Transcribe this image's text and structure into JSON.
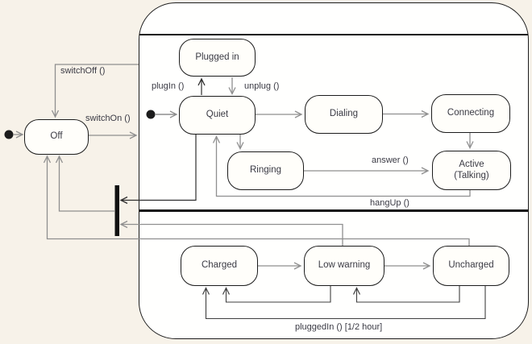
{
  "diagram_type": "uml-state-machine",
  "states": {
    "off": "Off",
    "plugged_in": "Plugged in",
    "quiet": "Quiet",
    "dialing": "Dialing",
    "connecting": "Connecting",
    "ringing": "Ringing",
    "active": {
      "line1": "Active",
      "line2": "(Talking)"
    },
    "charged": "Charged",
    "low_warning": "Low warning",
    "uncharged": "Uncharged"
  },
  "transition_labels": {
    "switch_off": "switchOff ()",
    "switch_on": "switchOn ()",
    "plug_in": "plugIn ()",
    "unplug": "unplug ()",
    "answer": "answer ()",
    "hang_up": "hangUp ()",
    "plugged_in_guard": "pluggedIn () [1/2 hour]"
  },
  "colors": {
    "canvas_bg": "#f7f2e9",
    "composite_bg": "#fffffe",
    "state_fill": "#fffefa",
    "state_border": "#1c1c1c",
    "arrow_gray": "#8f8f8f",
    "arrow_black": "#2e2e2e",
    "arrow_dark": "#3f3f3f",
    "text": "#3a3a44"
  }
}
